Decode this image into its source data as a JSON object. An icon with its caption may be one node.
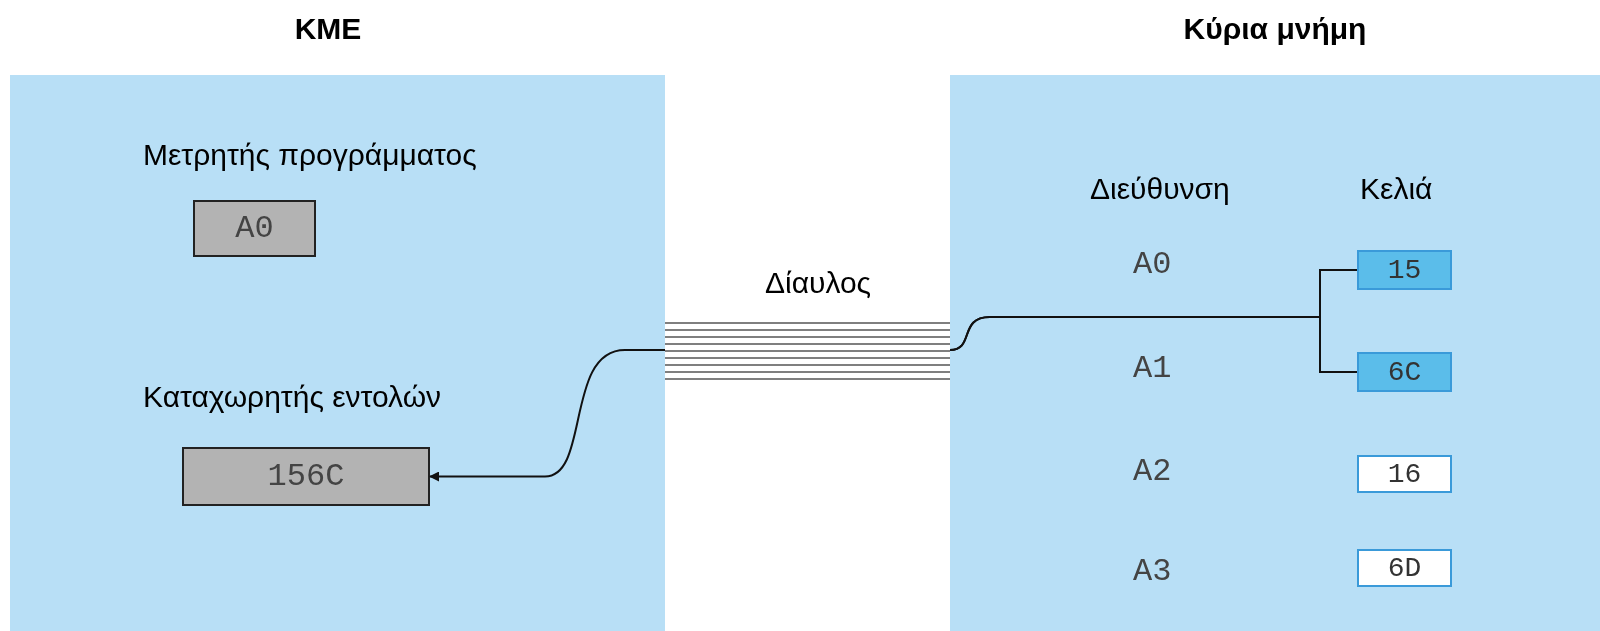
{
  "diagram": {
    "nodes": [
      {
        "text": [
          "ΚΜΕ"
        ]
      },
      {
        "text": [
          "A0"
        ],
        "in": 0,
        "beside": [
          "Μετρητής προγράμματος"
        ]
      },
      {
        "text": [
          "156C"
        ],
        "in": 0,
        "beside": [
          "Καταχωρητής εντολών"
        ]
      },
      {
        "text": [
          "Κύρια μνήμη"
        ]
      },
      {
        "text": [
          "15"
        ],
        "in": 3
      },
      {
        "text": [
          "6C"
        ],
        "in": 3
      },
      {
        "text": [
          "16"
        ],
        "in": 3
      },
      {
        "text": [
          "6D"
        ],
        "in": 3
      },
      {
        "text": [
          "Δίαυλος"
        ]
      }
    ],
    "edges": [
      {
        "from": 4,
        "to": 8,
        "arrow": "none"
      },
      {
        "from": 5,
        "to": 8,
        "arrow": "none"
      },
      {
        "from": 8,
        "to": 2,
        "arrow": "to"
      }
    ],
    "labels": [
      "Διεύθυνση",
      "Κελιά",
      "A0",
      "A1",
      "A2",
      "A3"
    ]
  }
}
